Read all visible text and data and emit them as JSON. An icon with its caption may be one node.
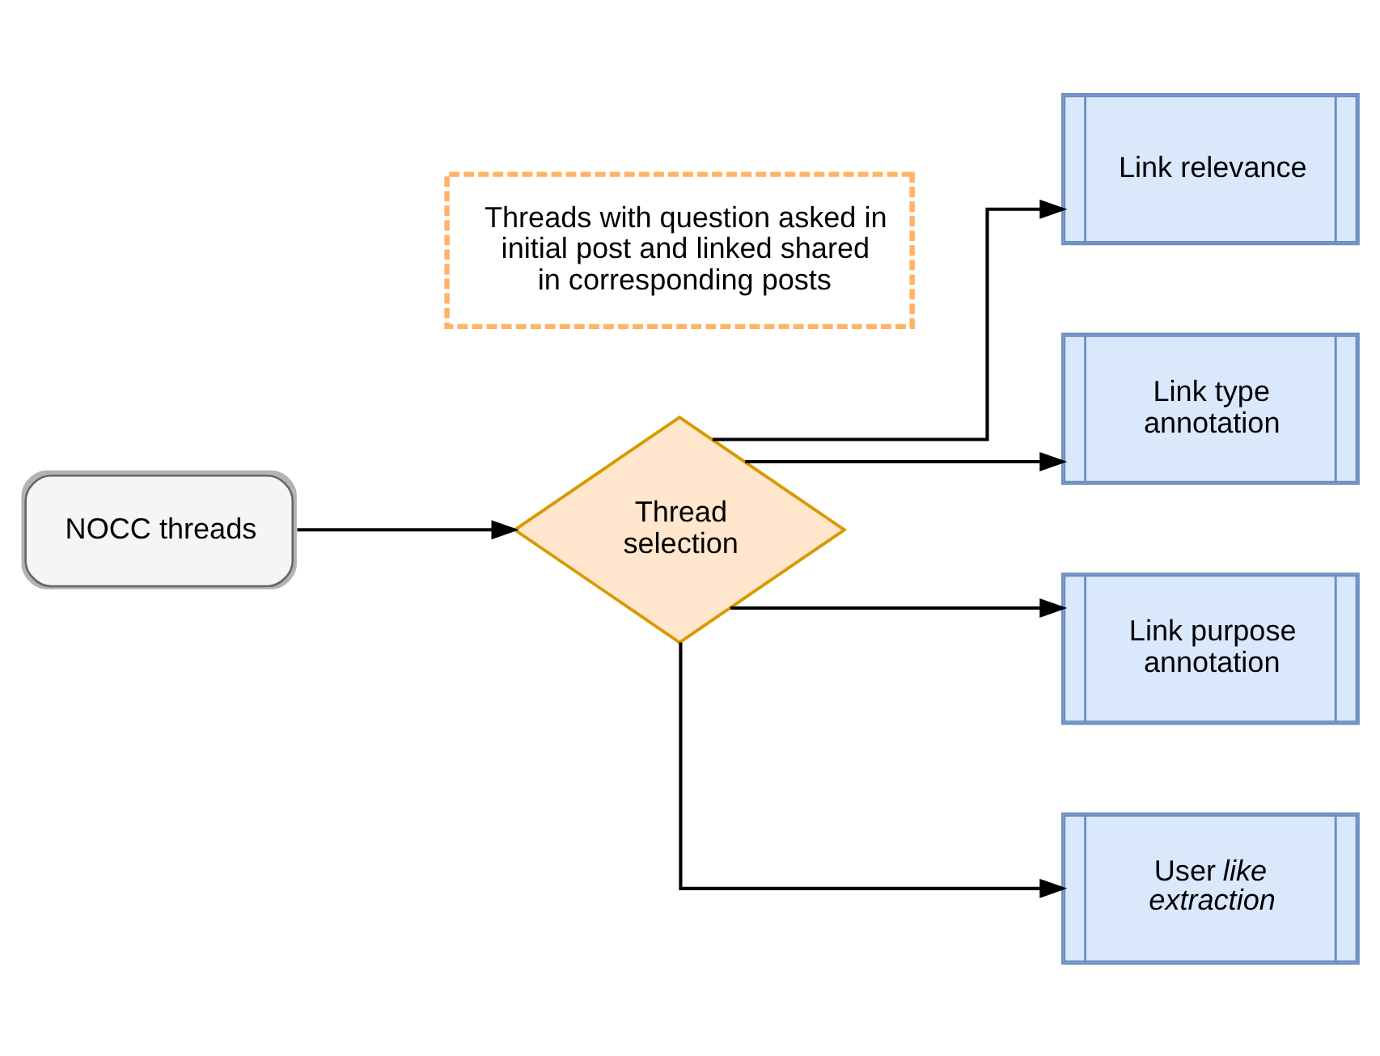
{
  "diagram": {
    "nodes": [
      {
        "text": [
          "NOCC threads"
        ]
      },
      {
        "text": [
          "Thread selection"
        ]
      },
      {
        "text": [
          "Threads with question asked in initial post and linked shared in corresponding posts"
        ]
      },
      {
        "text": [
          "Link relevance"
        ]
      },
      {
        "text": [
          "Link type annotation"
        ]
      },
      {
        "text": [
          "Link purpose annotation"
        ]
      },
      {
        "text": [
          "User *like extraction*"
        ]
      }
    ],
    "edges": [
      {
        "from": 0,
        "to": 1,
        "arrow": "to"
      },
      {
        "from": 1,
        "to": 3,
        "arrow": "to"
      },
      {
        "from": 1,
        "to": 4,
        "arrow": "to"
      },
      {
        "from": 1,
        "to": 5,
        "arrow": "to"
      },
      {
        "from": 1,
        "to": 6,
        "arrow": "to"
      }
    ]
  }
}
